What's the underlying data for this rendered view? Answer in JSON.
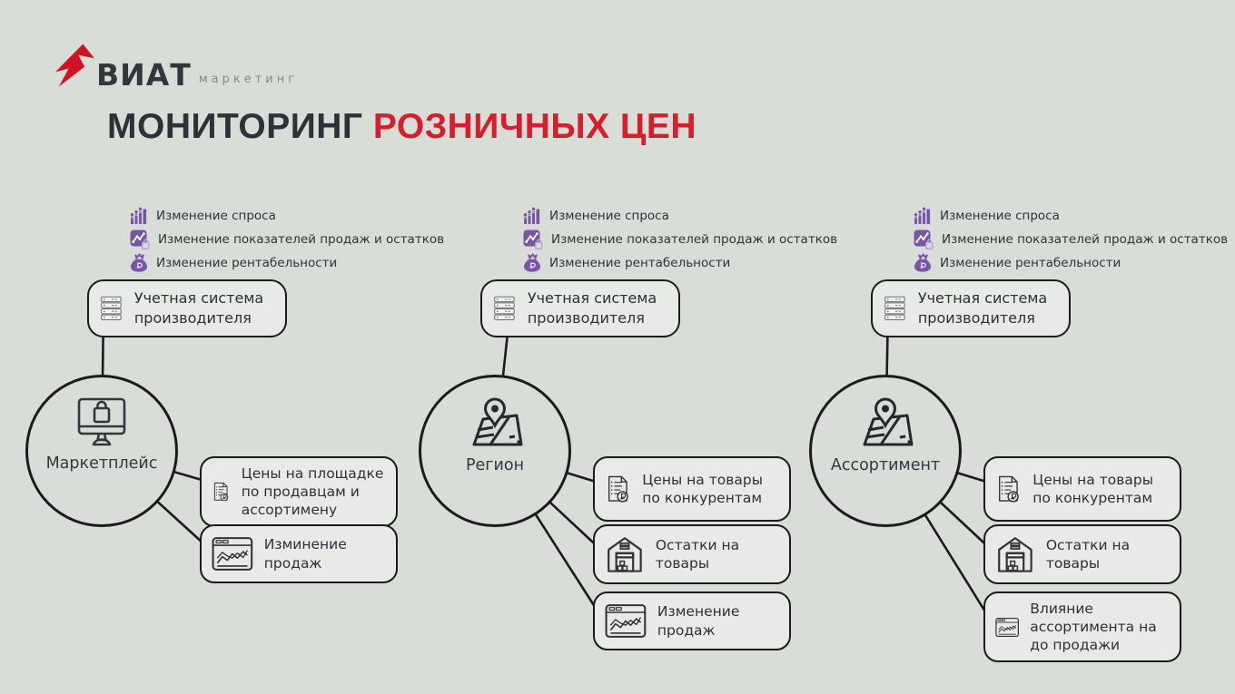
{
  "page": {
    "background": "#d8ddd8",
    "accent_red": "#d51f2c",
    "purple": "#7b55a5",
    "line_color": "#1b1b1b",
    "box_fill": "#e7eae6"
  },
  "logo": {
    "brand": "ВИАТ",
    "sub": "маркетинг",
    "bolt_icon": "red-bolt-arrow-icon",
    "bolt_color": "#cf1420"
  },
  "title": {
    "part_dark": "МОНИТОРИНГ ",
    "part_red": "РОЗНИЧНЫХ ЦЕН"
  },
  "legend_items": [
    {
      "icon": "demand-bars-people-icon",
      "label": "Изменение спроса"
    },
    {
      "icon": "sales-stock-indicators-icon",
      "label": "Изменение показателей продаж и остатков"
    },
    {
      "icon": "profitability-moneybag-icon",
      "label": "Изменение рентабельности"
    }
  ],
  "columns": [
    {
      "id": "marketplace",
      "source_box": {
        "icon": "server-stack-icon",
        "label": "Учетная система производителя"
      },
      "hub": {
        "icon": "monitor-shopping-bag-icon",
        "label": "Маркетплейс"
      },
      "outputs": [
        {
          "icon": "price-list-ruble-icon",
          "label": "Цены на площадке по продавцам и ассортимену"
        },
        {
          "icon": "browser-sales-chart-icon",
          "label": "Изминение продаж"
        }
      ]
    },
    {
      "id": "region",
      "source_box": {
        "icon": "server-stack-icon",
        "label": "Учетная система производителя"
      },
      "hub": {
        "icon": "map-pin-icon",
        "label": "Регион"
      },
      "outputs": [
        {
          "icon": "price-list-ruble-icon",
          "label": "Цены на товары по конкурентам"
        },
        {
          "icon": "warehouse-icon",
          "label": "Остатки на товары"
        },
        {
          "icon": "browser-sales-chart-icon",
          "label": "Изменение продаж"
        }
      ]
    },
    {
      "id": "assortment",
      "source_box": {
        "icon": "server-stack-icon",
        "label": "Учетная система производителя"
      },
      "hub": {
        "icon": "map-pin-icon",
        "label": "Ассортимент"
      },
      "outputs": [
        {
          "icon": "price-list-ruble-icon",
          "label": "Цены на товары по конкурентам"
        },
        {
          "icon": "warehouse-icon",
          "label": "Остатки на товары"
        },
        {
          "icon": "browser-sales-chart-icon",
          "label": "Влияние ассортимента на до продажи"
        }
      ]
    }
  ]
}
